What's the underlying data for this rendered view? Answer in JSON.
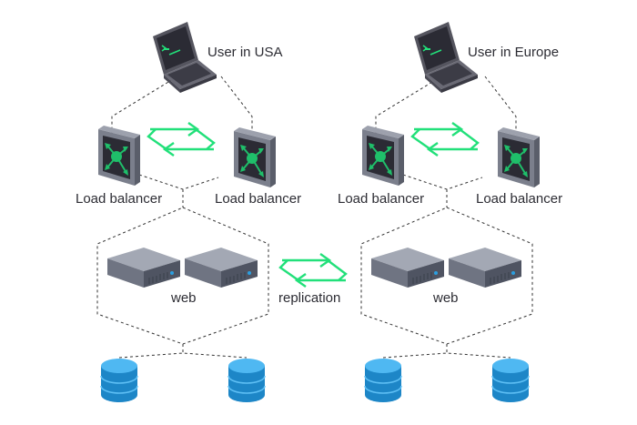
{
  "users": {
    "left": {
      "label": "User in USA",
      "icon": "laptop-icon"
    },
    "right": {
      "label": "User in Europe",
      "icon": "laptop-icon"
    }
  },
  "load_balancers": {
    "left_a": {
      "label": "Load balancer",
      "icon": "load-balancer-icon"
    },
    "left_b": {
      "label": "Load balancer",
      "icon": "load-balancer-icon"
    },
    "right_a": {
      "label": "Load balancer",
      "icon": "load-balancer-icon"
    },
    "right_b": {
      "label": "Load balancer",
      "icon": "load-balancer-icon"
    }
  },
  "web": {
    "left": {
      "label": "web",
      "icon": "server-icon"
    },
    "right": {
      "label": "web",
      "icon": "server-icon"
    }
  },
  "replication": {
    "label": "replication",
    "icon": "sync-arrows-icon"
  },
  "databases": {
    "icon": "database-icon",
    "count": 4
  },
  "colors": {
    "arrow_green": "#22e07a",
    "screen_dark": "#2b2b34",
    "laptop_body": "#4a4a55",
    "lb_node": "#1fbf6a",
    "server_top": "#9aa0ad",
    "server_front": "#5a5f6d",
    "db_blue": "#2b9fe0",
    "dashed_line": "#333333"
  }
}
